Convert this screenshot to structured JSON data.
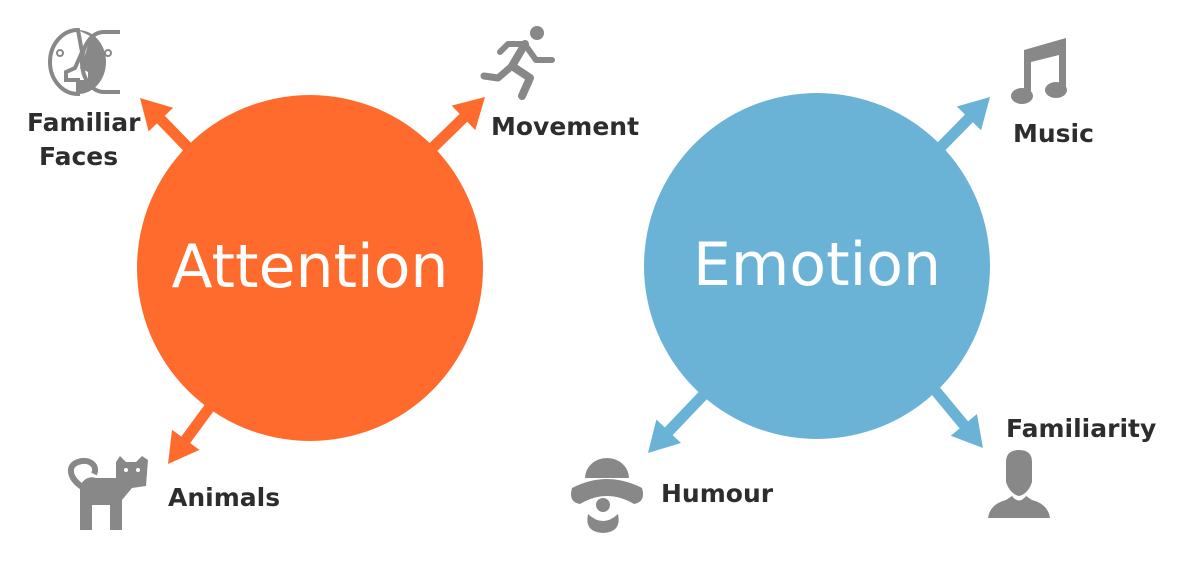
{
  "colors": {
    "attention": "#FF6B2C",
    "emotion": "#6BB3D6",
    "icon": "#888888",
    "label": "#2d2d2d"
  },
  "attention": {
    "title": "Attention",
    "items": [
      {
        "label": "Familiar",
        "label2": "Faces",
        "icon": "faces-icon"
      },
      {
        "label": "Movement",
        "icon": "running-person-icon"
      },
      {
        "label": "Animals",
        "icon": "cat-icon"
      }
    ]
  },
  "emotion": {
    "title": "Emotion",
    "items": [
      {
        "label": "Music",
        "icon": "music-note-icon"
      },
      {
        "label": "Humour",
        "icon": "clown-icon"
      },
      {
        "label": "Familiarity",
        "icon": "person-silhouette-icon"
      }
    ]
  }
}
